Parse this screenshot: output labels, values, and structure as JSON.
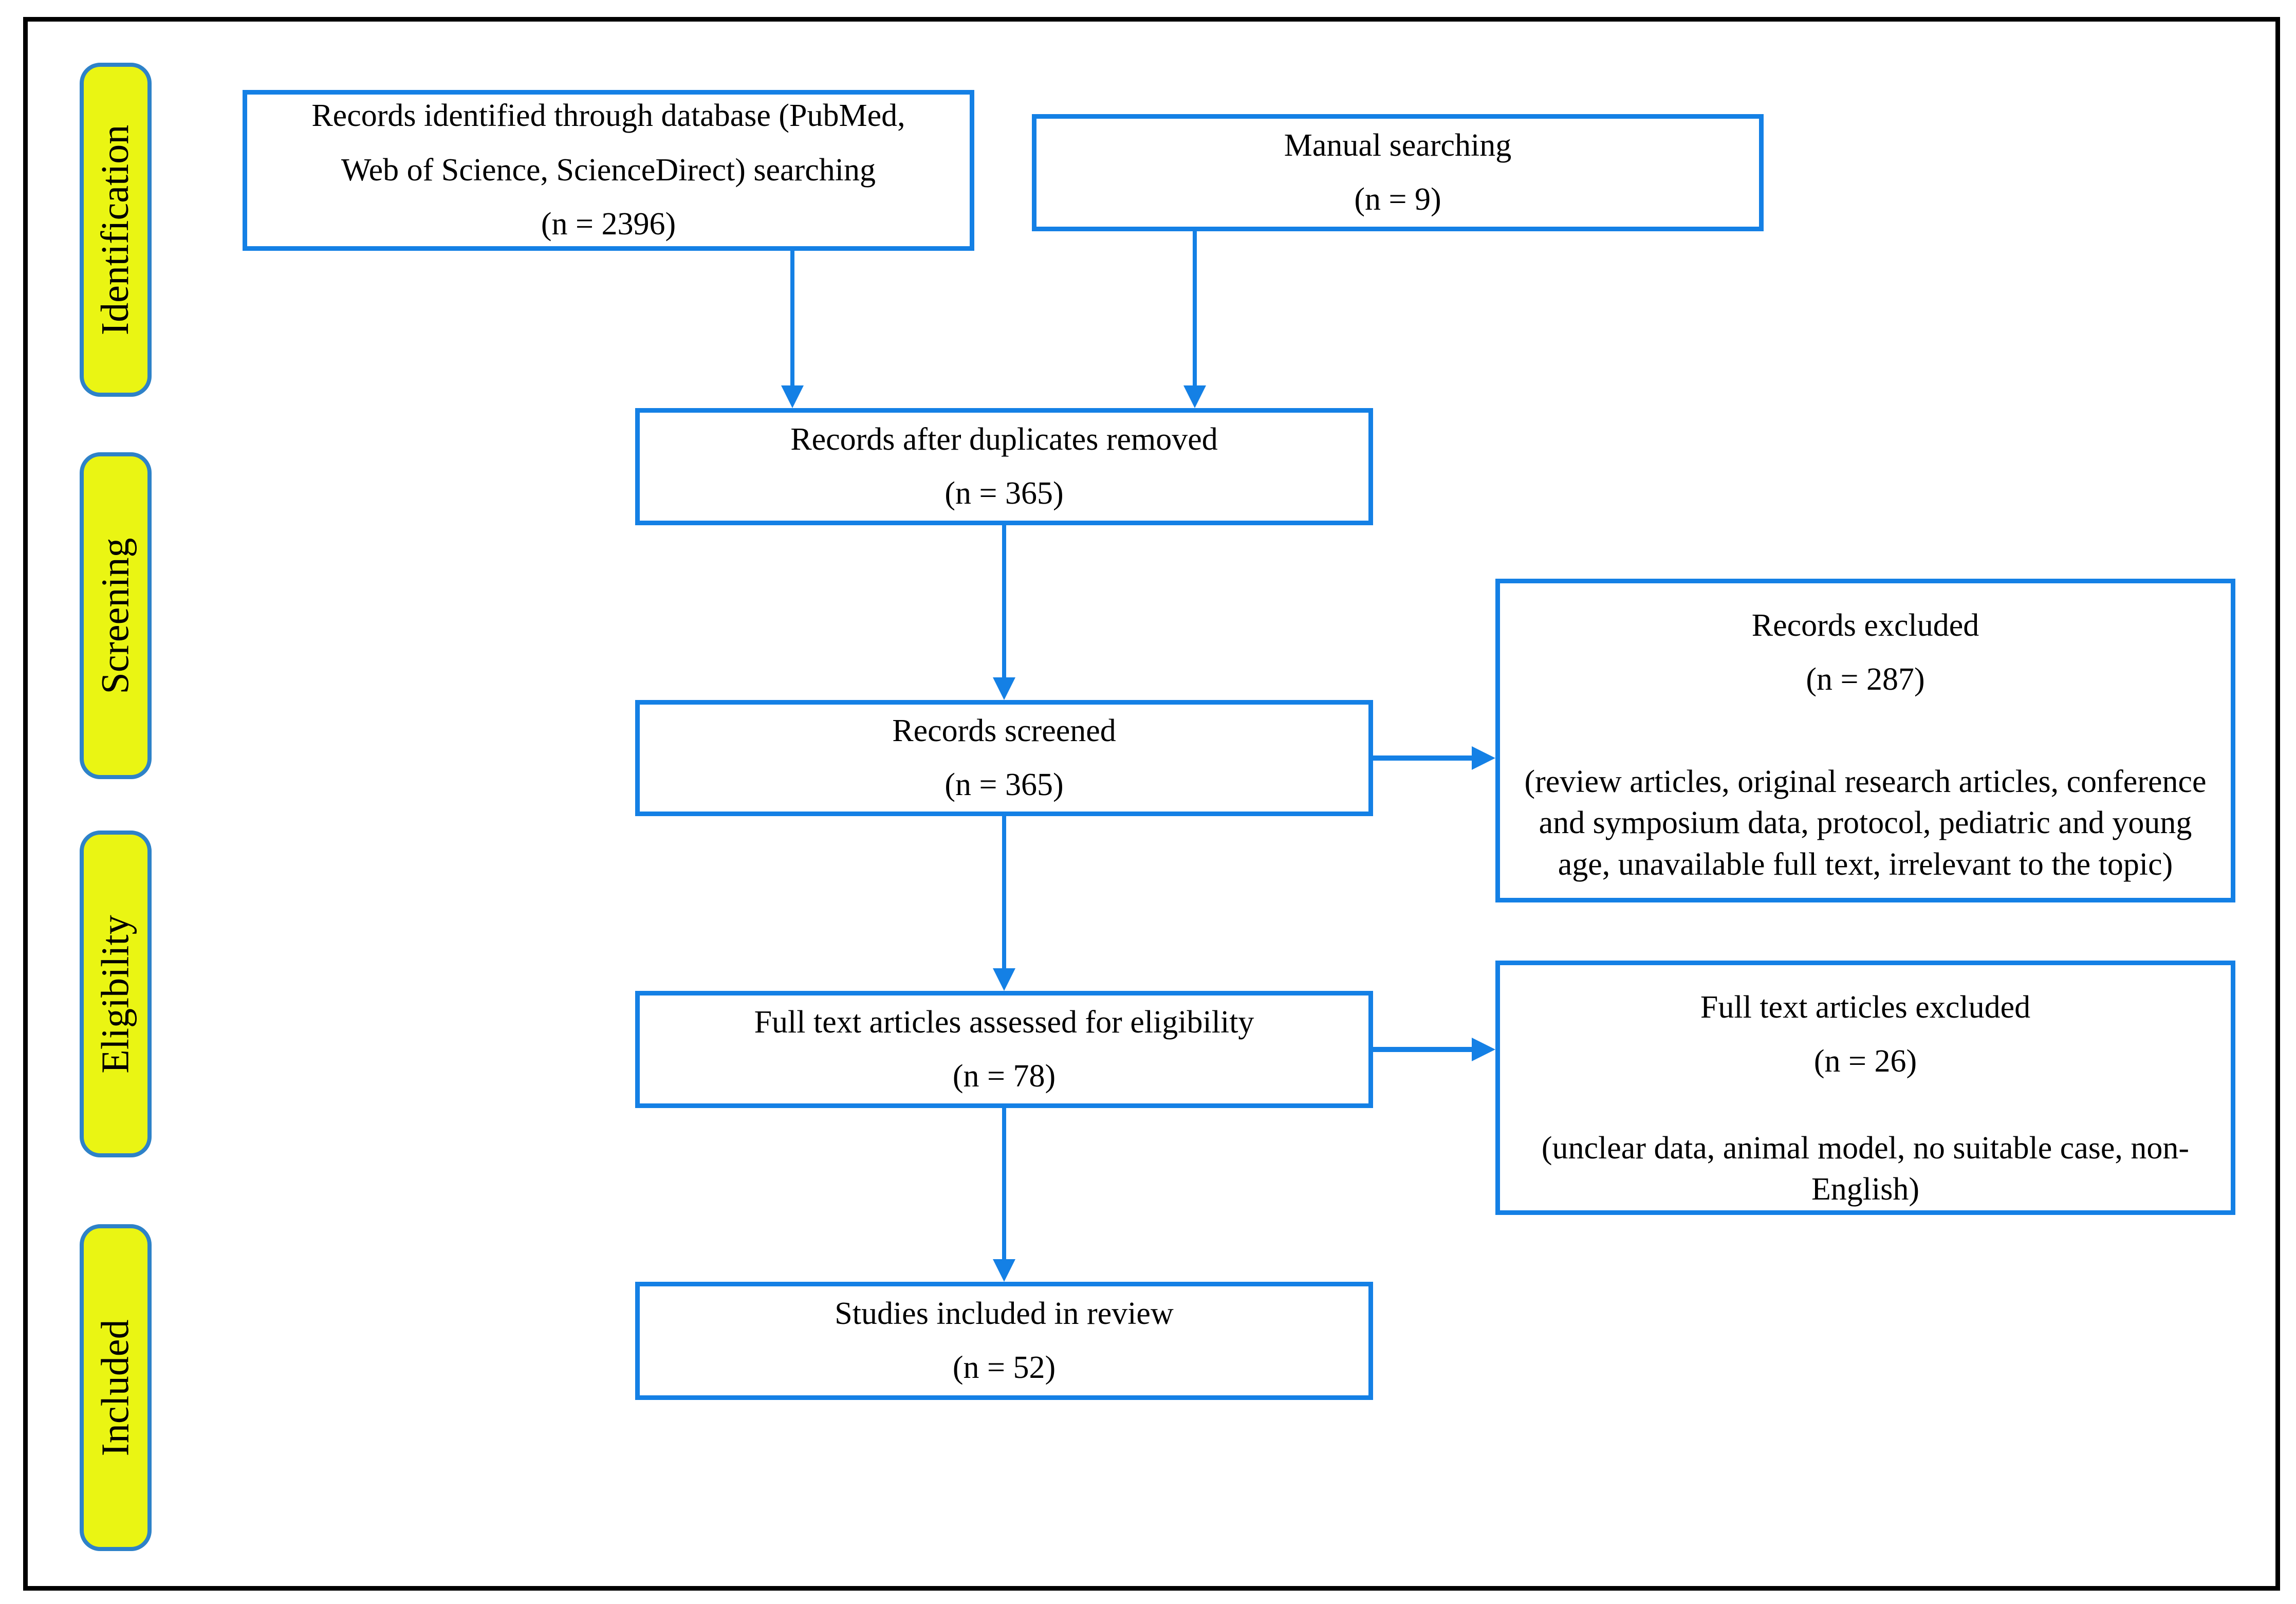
{
  "diagram_type": "PRISMA flow diagram",
  "colors": {
    "box_border_blue": "#1480E5",
    "arrow_blue": "#1480E5",
    "stage_label_fill_yellow": "#EAF513",
    "stage_label_border_blue": "#2E82C8",
    "outer_frame_black": "#000000",
    "text_black": "#000000",
    "background_white": "#FFFFFF"
  },
  "stages": [
    {
      "label": "Identification"
    },
    {
      "label": "Screening"
    },
    {
      "label": "Eligibility"
    },
    {
      "label": "Included"
    }
  ],
  "boxes": {
    "identified": {
      "text": "Records identified through database (PubMed, Web of Science, ScienceDirect) searching",
      "count": "(n = 2396)"
    },
    "manual": {
      "text": "Manual searching",
      "count": "(n = 9)"
    },
    "duplicates": {
      "text": "Records after duplicates removed",
      "count": "(n = 365)"
    },
    "screened": {
      "text": "Records screened",
      "count": "(n = 365)"
    },
    "records_excluded": {
      "title": "Records excluded",
      "count": "(n = 287)",
      "note": "(review articles, original research articles, conference and symposium data,  protocol, pediatric and young age, unavailable full text, irrelevant to the topic)"
    },
    "fulltext": {
      "text": "Full text articles assessed for eligibility",
      "count": "(n = 78)"
    },
    "fulltext_excluded": {
      "title": "Full text articles excluded",
      "count": "(n = 26)",
      "note": "(unclear data, animal model, no suitable case, non-English)"
    },
    "included": {
      "text": "Studies included in review",
      "count": "(n = 52)"
    }
  }
}
